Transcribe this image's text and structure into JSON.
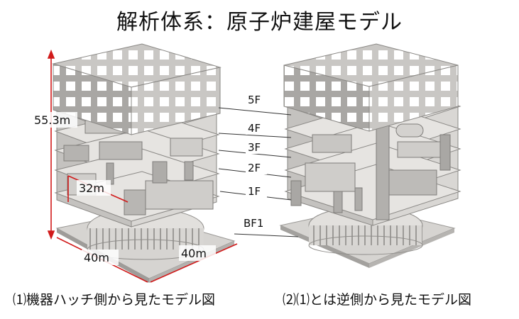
{
  "title": "解析体系：原子炉建屋モデル",
  "floors": [
    "5F",
    "4F",
    "3F",
    "2F",
    "1F",
    "BF1"
  ],
  "dimensions": {
    "height": "55.3m",
    "inner_width": "32m",
    "base_width_front": "40m",
    "base_width_side": "40m"
  },
  "captions": {
    "left": "⑴機器ハッチ側から見たモデル図",
    "right": "⑵⑴とは逆側から見たモデル図"
  },
  "colors": {
    "model_face": "#c9c7c4",
    "model_dark": "#a6a4a1",
    "model_light": "#dedcd9",
    "dimension_line": "#d11a1a",
    "leader_line": "#333333"
  }
}
